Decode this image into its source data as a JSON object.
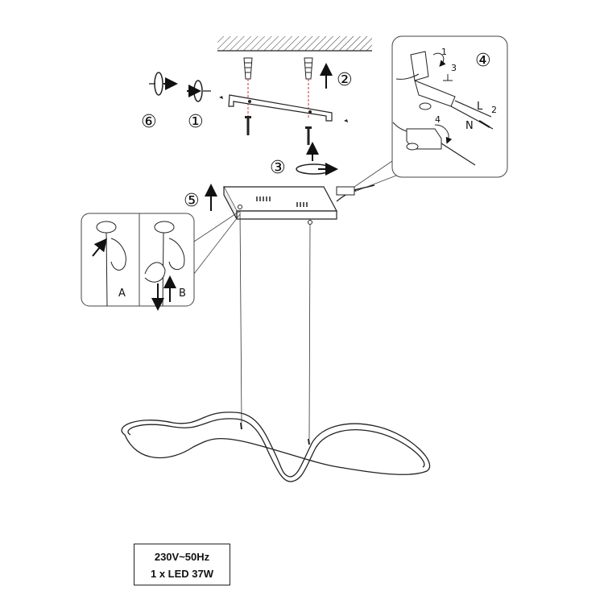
{
  "steps": {
    "step1": "①",
    "step2": "②",
    "step3": "③",
    "step4": "④",
    "step5": "⑤",
    "step6": "⑥"
  },
  "detail_left": {
    "label_a": "A",
    "label_b": "B"
  },
  "detail_right": {
    "n1": "1",
    "n2": "2",
    "n3": "3",
    "n4": "4",
    "live": "L",
    "neutral": "N"
  },
  "specs": {
    "voltage": "230V~50Hz",
    "led": "1 x LED 37W"
  }
}
